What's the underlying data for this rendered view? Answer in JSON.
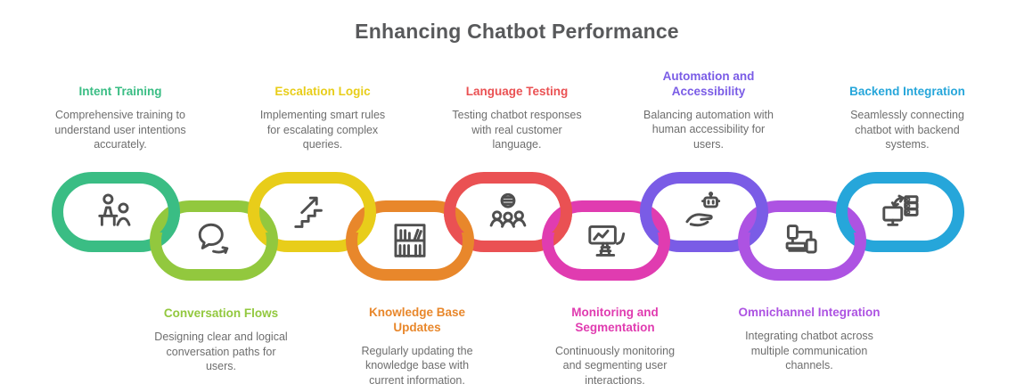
{
  "title": "Enhancing Chatbot Performance",
  "items": [
    {
      "label": "Intent Training",
      "description": "Comprehensive training to understand user intentions accurately.",
      "color": "#3abd84",
      "icon": "intent-training-icon",
      "position": "top"
    },
    {
      "label": "Conversation Flows",
      "description": "Designing clear and logical conversation paths for users.",
      "color": "#92c83e",
      "icon": "conversation-flows-icon",
      "position": "bottom"
    },
    {
      "label": "Escalation Logic",
      "description": "Implementing smart rules for escalating complex queries.",
      "color": "#e8cd1a",
      "icon": "escalation-logic-icon",
      "position": "top"
    },
    {
      "label": "Knowledge Base Updates",
      "description": "Regularly updating the knowledge base with current information.",
      "color": "#e8872b",
      "icon": "knowledge-base-icon",
      "position": "bottom"
    },
    {
      "label": "Language Testing",
      "description": "Testing chatbot responses with real customer language.",
      "color": "#ea5153",
      "icon": "language-testing-icon",
      "position": "top"
    },
    {
      "label": "Monitoring and Segmentation",
      "description": "Continuously monitoring and segmenting user interactions.",
      "color": "#e03cb0",
      "icon": "monitoring-segmentation-icon",
      "position": "bottom"
    },
    {
      "label": "Automation and Accessibility",
      "description": "Balancing automation with human accessibility for users.",
      "color": "#7a5ce6",
      "icon": "automation-accessibility-icon",
      "position": "top"
    },
    {
      "label": "Omnichannel Integration",
      "description": "Integrating chatbot across multiple communication channels.",
      "color": "#ad53e2",
      "icon": "omnichannel-integration-icon",
      "position": "bottom"
    },
    {
      "label": "Backend Integration",
      "description": "Seamlessly connecting chatbot with backend systems.",
      "color": "#26a6da",
      "icon": "backend-integration-icon",
      "position": "top"
    }
  ],
  "style": {
    "title_color": "#58595b",
    "description_color": "#6e6e6e",
    "icon_stroke": "#4f4f4f",
    "background": "#ffffff"
  }
}
